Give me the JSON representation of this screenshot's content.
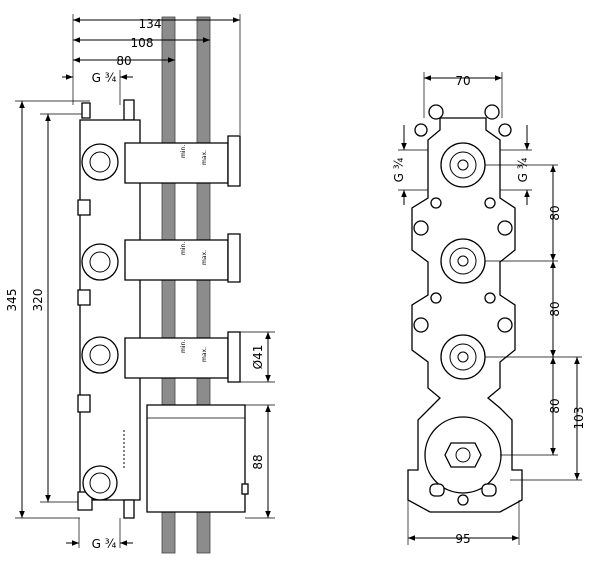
{
  "side_view": {
    "dim_total_width": "134",
    "dim_wall_outer": "108",
    "dim_wall_inner": "80",
    "dim_thread_top": "G ¾",
    "dim_thread_bottom": "G ¾",
    "dim_total_height": "345",
    "dim_mount_height": "320",
    "dim_diameter": "Ø41",
    "dim_box_height": "88",
    "min_label": "min.",
    "max_label": "max."
  },
  "front_view": {
    "dim_width_top": "70",
    "dim_thread_left": "G ¾",
    "dim_thread_right": "G ¾",
    "dim_spacing_1": "80",
    "dim_spacing_2": "80",
    "dim_spacing_3": "80",
    "dim_spacing_outlet": "103",
    "dim_width_bottom": "95"
  }
}
